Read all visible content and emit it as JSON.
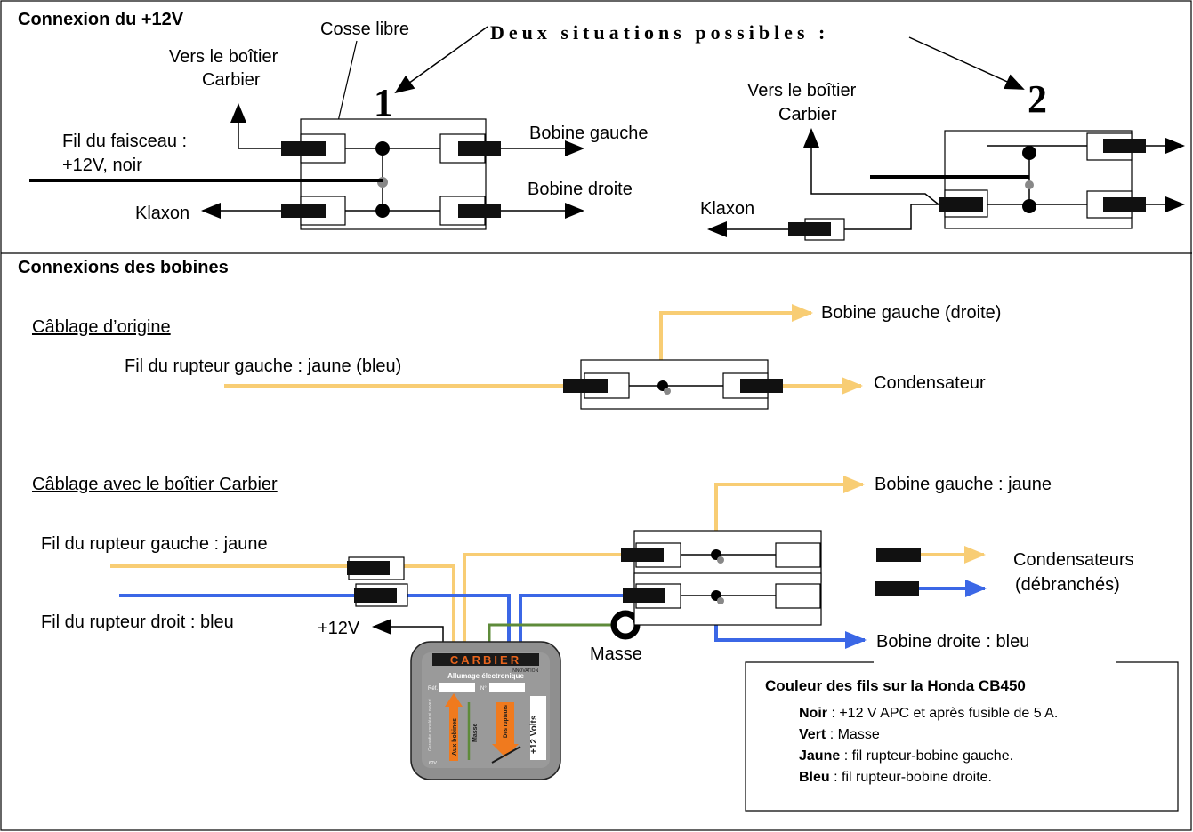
{
  "section1": {
    "title": "Connexion du +12V",
    "cosse_libre": "Cosse libre",
    "deux_situations": "Deux situations possibles :",
    "number_1": "1",
    "number_2": "2",
    "vers_boitier_1_line1": "Vers le boîtier",
    "vers_boitier_1_line2": "Carbier",
    "fil_faisceau_line1": "Fil du faisceau :",
    "fil_faisceau_line2": "+12V, noir",
    "bobine_gauche": "Bobine gauche",
    "bobine_droite": "Bobine droite",
    "klaxon_1": "Klaxon",
    "vers_boitier_2_line1": "Vers le boîtier",
    "vers_boitier_2_line2": "Carbier",
    "klaxon_2": "Klaxon"
  },
  "section2": {
    "title": "Connexions des bobines",
    "cablage_origine": "Câblage d’origine",
    "bobine_gauche_droite": "Bobine gauche (droite)",
    "fil_rupteur_gauche_jaune_bleu": "Fil du rupteur gauche : jaune (bleu)",
    "condensateur": "Condensateur",
    "cablage_carbier": "Câblage avec le boîtier Carbier",
    "bobine_gauche_jaune": "Bobine gauche : jaune",
    "fil_rupteur_gauche_jaune": "Fil du rupteur gauche : jaune",
    "condensateurs_line1": "Condensateurs",
    "condensateurs_line2": "(débranchés)",
    "fil_rupteur_droit_bleu": "Fil du rupteur droit : bleu",
    "plus12v": "+12V",
    "masse": "Masse",
    "bobine_droite_bleu": "Bobine droite : bleu"
  },
  "module": {
    "brand": "CARBIER",
    "subbrand": "INNOVATION",
    "title": "Allumage électronique",
    "ref_label": "Réf.",
    "no_label": "N°",
    "garantie": "Garantie annulée si ouvert",
    "aux_bobines": "Aux bobines",
    "masse": "Masse",
    "des_rupteurs": "Des rupteurs",
    "plus12_volts": "+12 Volts",
    "code": "62V"
  },
  "legend": {
    "title": "Couleur des fils sur la Honda CB450",
    "noir_label": "Noir",
    "noir_text": " : +12 V APC et après fusible de 5 A.",
    "vert_label": "Vert",
    "vert_text": " : Masse",
    "jaune_label": "Jaune",
    "jaune_text": " : fil rupteur-bobine gauche.",
    "bleu_label": "Bleu",
    "bleu_text": " : fil rupteur-bobine droite."
  },
  "colors": {
    "yellow_wire": "#F8CD74",
    "blue_wire": "#3B67E6",
    "green_wire": "#5E8B3A",
    "module_arrow": "#F07A1E",
    "module_brand": "#E8641C"
  }
}
